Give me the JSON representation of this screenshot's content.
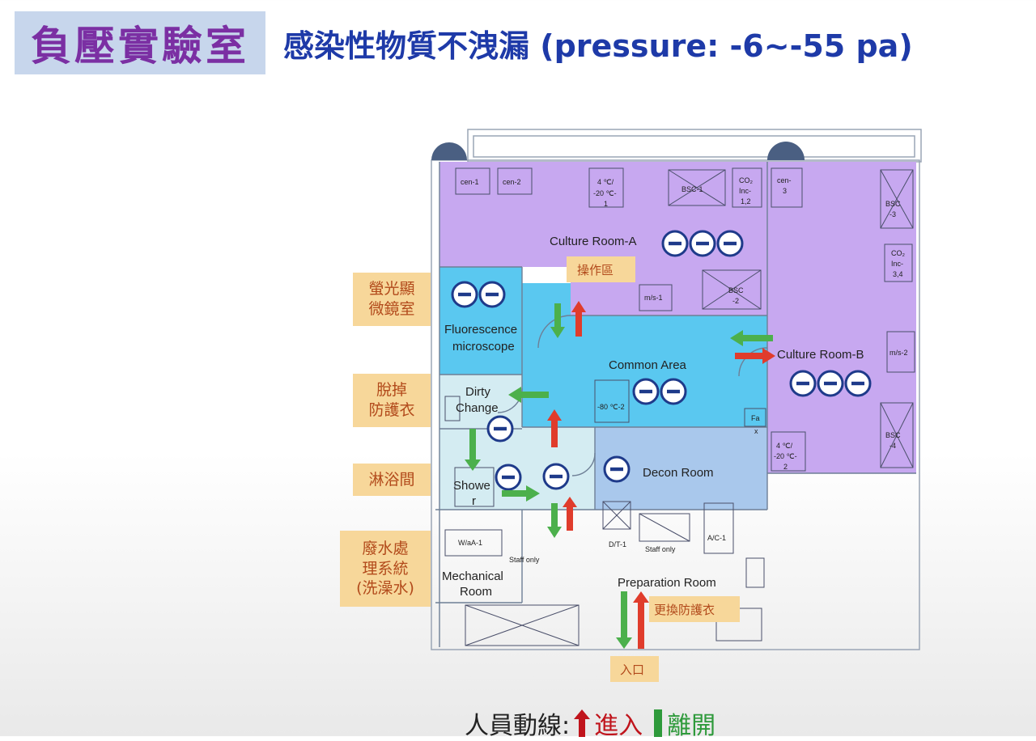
{
  "header": {
    "title": "負壓實驗室",
    "subtitle": "感染性物質不洩漏 (pressure: -6~-55 pa)"
  },
  "side_labels": {
    "fluorescence": "螢光顯\n微鏡室",
    "dirty_change": "脫掉\n防護衣",
    "shower": "淋浴間",
    "wastewater": "廢水處\n理系統\n(洗澡水)"
  },
  "rooms": {
    "culture_a": "Culture Room-A",
    "culture_b": "Culture Room-B",
    "fluorescence_1": "Fluorescence",
    "fluorescence_2": "microscope",
    "common_area": "Common Area",
    "dirty_change_1": "Dirty",
    "dirty_change_2": "Change",
    "shower_1": "Showe",
    "shower_2": "r",
    "decon": "Decon Room",
    "mechanical_1": "Mechanical",
    "mechanical_2": "Room",
    "preparation": "Preparation Room"
  },
  "equipment": {
    "cen1": "cen-1",
    "cen2": "cen-2",
    "fridge1_a": "4 ℃/",
    "fridge1_b": "-20 ℃-",
    "fridge1_c": "1",
    "bsc1": "BSC-1",
    "co2_1": "CO₂",
    "co2_1b": "Inc-",
    "co2_1c": "1,2",
    "cen3a": "cen-",
    "cen3b": "3",
    "bsc3a": "BSC",
    "bsc3b": "-3",
    "co2_3": "CO₂",
    "co2_3b": "Inc-",
    "co2_3c": "3,4",
    "ms1": "m/s-1",
    "bsc2a": "BSC",
    "bsc2b": "-2",
    "ms2": "m/s-2",
    "freezer2": "-80 ℃-2",
    "fax_a": "Fa",
    "fax_b": "x",
    "fridge2_a": "4 ℃/",
    "fridge2_b": "-20 ℃-",
    "fridge2_c": "2",
    "bsc4a": "BSC",
    "bsc4b": "-4",
    "waa1": "W/aA-1",
    "staff_only_1": "Staff only",
    "staff_only_2": "Staff only",
    "dt1": "D/T-1",
    "ac1": "A/C-1"
  },
  "tags": {
    "operation_area": "操作區",
    "change_ppe": "更換防護衣",
    "entrance": "入口"
  },
  "legend": {
    "prefix": "人員動線:",
    "enter": "進入",
    "leave": "離開"
  },
  "colors": {
    "purple_room": "#c7a8f0",
    "blue_room": "#5ac8f0",
    "pale_room": "#d4ecf2",
    "decon_room": "#a9c8ec",
    "enter_arrow": "#e03c2c",
    "leave_arrow": "#4cb04c",
    "title_purple": "#7b2fa3",
    "subtitle_blue": "#1e3aa8"
  }
}
